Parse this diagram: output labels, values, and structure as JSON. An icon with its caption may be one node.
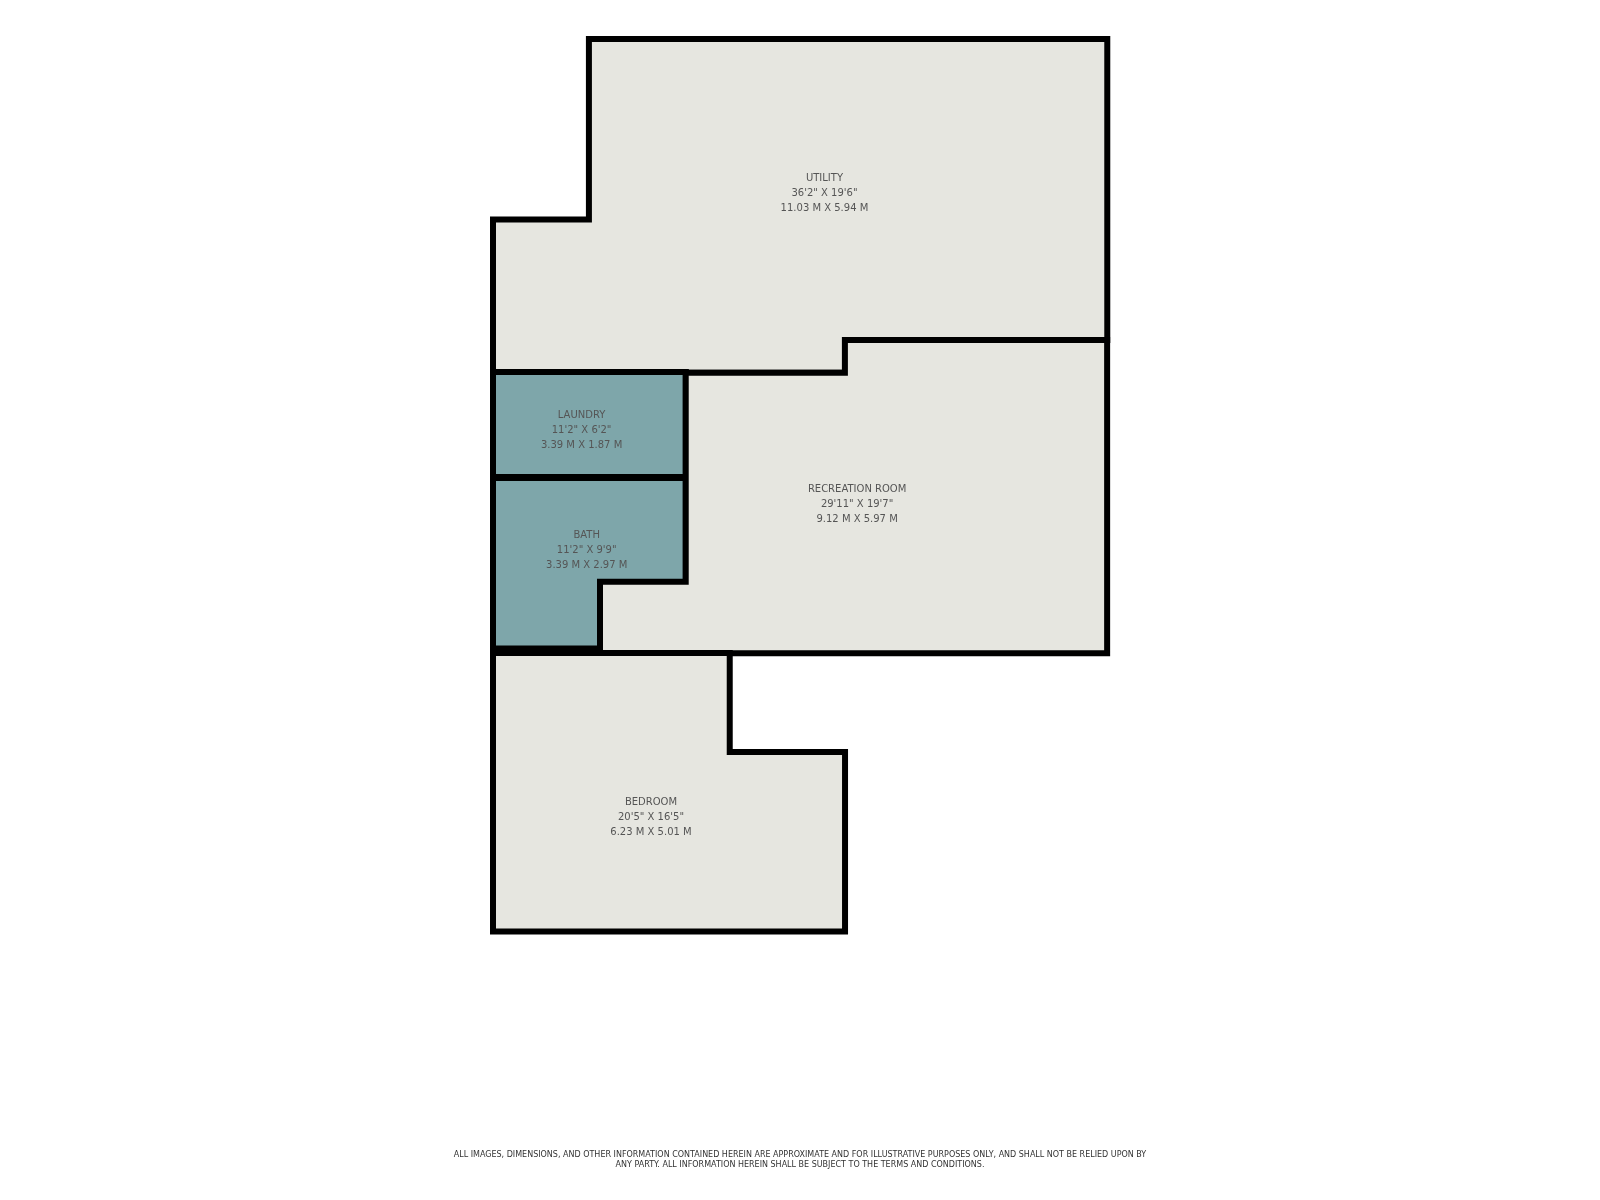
{
  "diagram": {
    "nodes": [
      {
        "text": [
          "UTILITY",
          "36'2\" X 19'6\"",
          "11.03 M X 5.94 M"
        ]
      },
      {
        "text": [
          "LAUNDRY",
          "11'2\" X 6'2\"",
          "3.39 M X 1.87 M"
        ]
      },
      {
        "text": [
          "BATH",
          "11'2\" X 9'9\"",
          "3.39 M X 2.97 M"
        ]
      },
      {
        "text": [
          "RECREATION ROOM",
          "29'11\" X 19'7\"",
          "9.12 M X 5.97 M"
        ]
      },
      {
        "text": [
          "BEDROOM",
          "20'5\" X 16'5\"",
          "6.23 M X 5.01 M"
        ]
      }
    ],
    "labels": [
      "ALL IMAGES, DIMENSIONS, AND OTHER INFORMATION CONTAINED HEREIN ARE APPROXIMATE AND FOR ILLUSTRATIVE PURPOSES ONLY, AND SHALL NOT BE RELIED UPON BY ANY PARTY. ALL INFORMATION HEREIN SHALL BE SUBJECT TO THE TERMS AND CONDITIONS."
    ]
  }
}
